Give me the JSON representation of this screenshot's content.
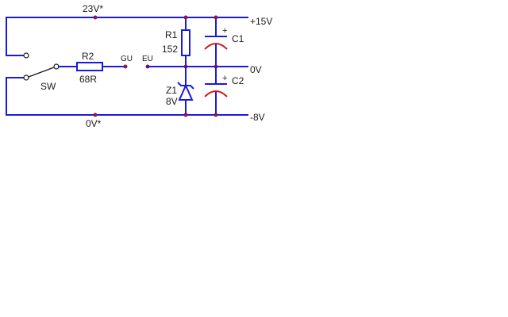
{
  "rails": {
    "top_label": "23V*",
    "bottom_label": "0V*"
  },
  "outputs": {
    "pos": "+15V",
    "zero": "0V",
    "neg": "-8V"
  },
  "switch": {
    "label": "SW"
  },
  "r2": {
    "name": "R2",
    "value": "68R"
  },
  "connectors": {
    "gu": "GU",
    "eu": "EU"
  },
  "r1": {
    "name": "R1",
    "value": "152"
  },
  "z1": {
    "name": "Z1",
    "value": "8V"
  },
  "c1": {
    "name": "C1",
    "polarity": "+"
  },
  "c2": {
    "name": "C2",
    "polarity": "+"
  },
  "colors": {
    "wire": "#1a1adc",
    "node": "#8b1a4a",
    "cap_negative_plate": "#cc1a1a"
  }
}
